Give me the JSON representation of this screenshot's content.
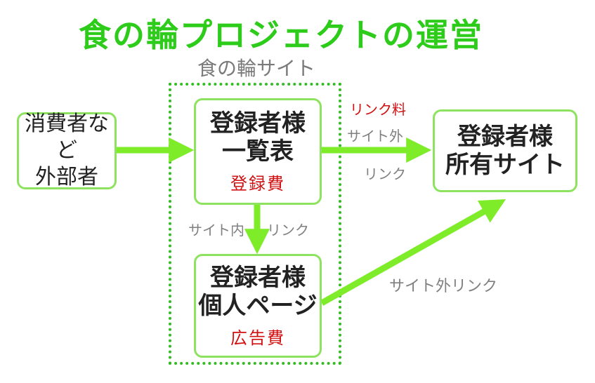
{
  "title": "食の輪プロジェクトの運営",
  "site_label": "食の輪サイト",
  "nodes": {
    "external": {
      "line1": "消費者など",
      "line2": "外部者"
    },
    "list": {
      "line1": "登録者様",
      "line2": "一覧表",
      "fee": "登録費"
    },
    "personal": {
      "line1": "登録者様",
      "line2": "個人ページ",
      "fee": "広告費"
    },
    "owned_site": {
      "line1": "登録者様",
      "line2": "所有サイト"
    }
  },
  "edge_labels": {
    "link_fee": "リンク料",
    "external_link_a": "サイト外",
    "external_link_b": "リンク",
    "internal_link_a": "サイト内",
    "internal_link_b": "リンク",
    "external_link_full": "サイト外リンク"
  },
  "colors": {
    "title": "#2ecc1a",
    "box_border": "#8de35f",
    "arrow": "#7fec2a",
    "frame": "#33bb22",
    "fee_text": "#d01010",
    "edge_text": "#808080"
  }
}
